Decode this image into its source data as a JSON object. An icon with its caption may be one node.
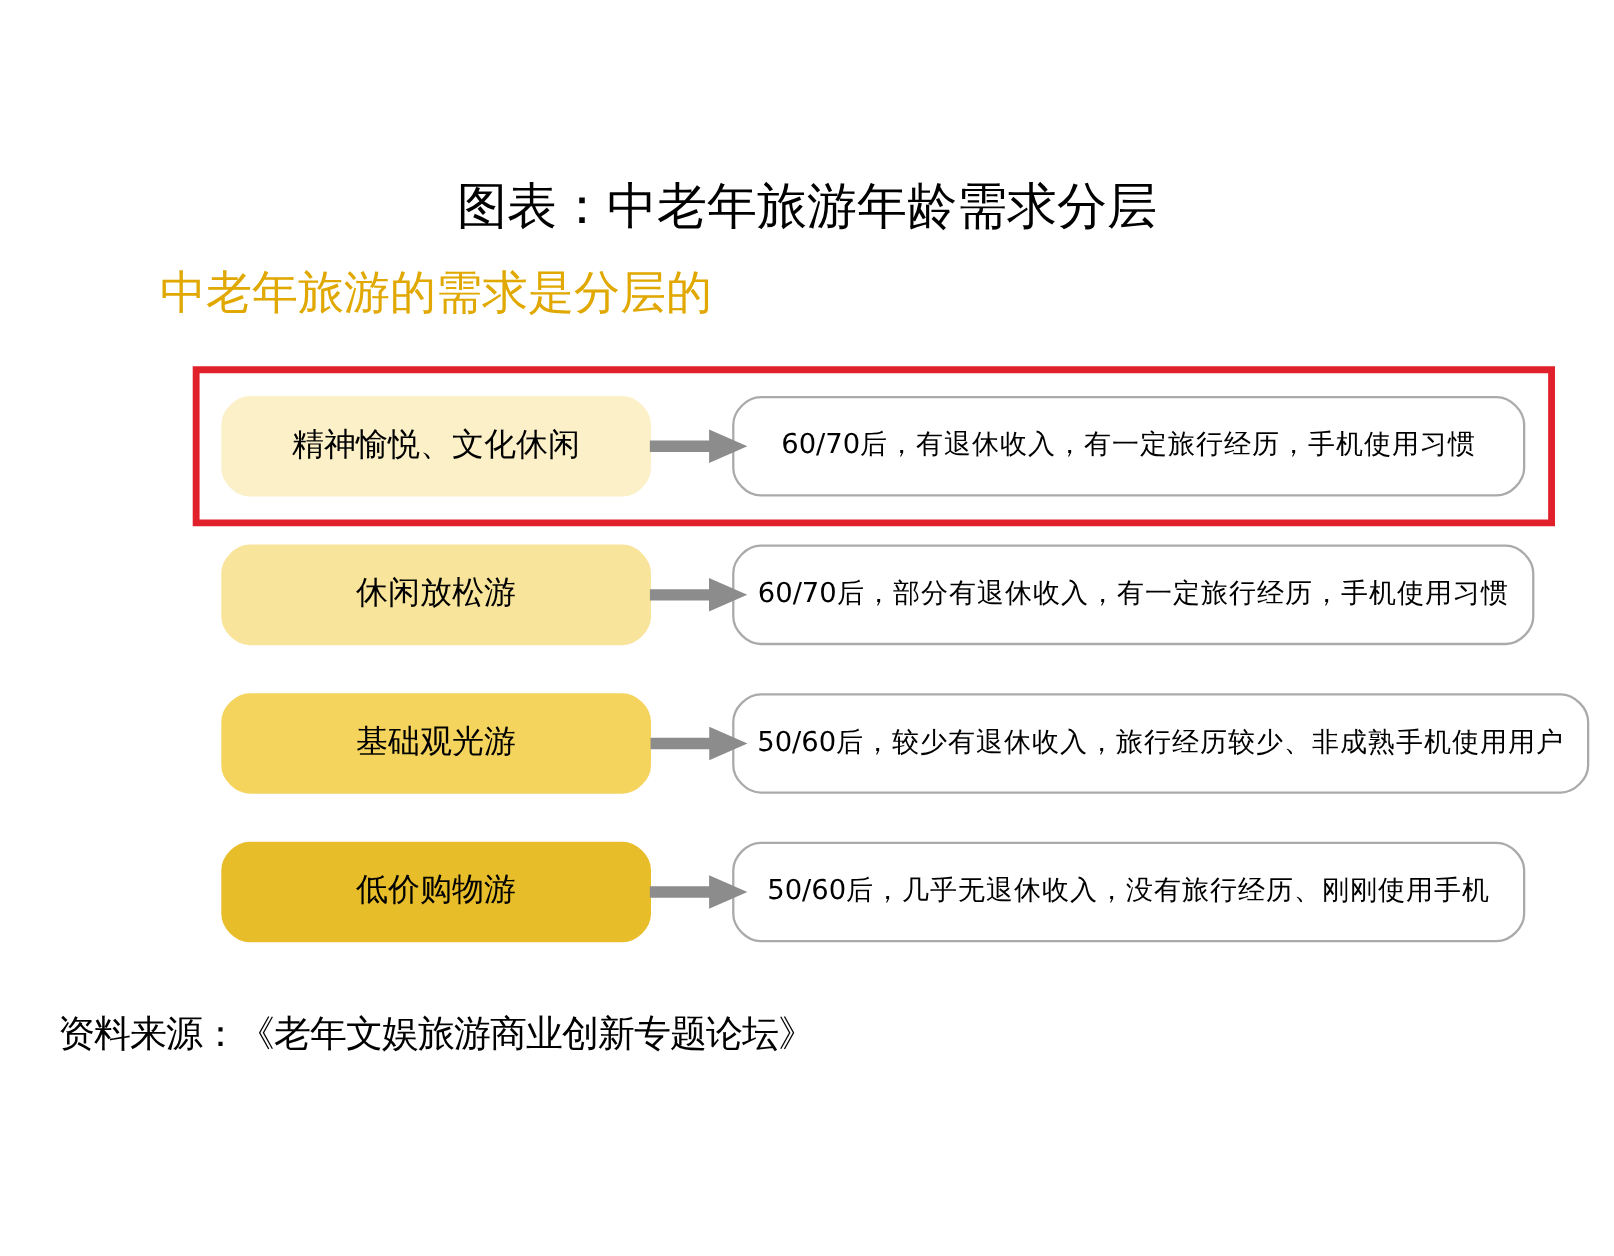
{
  "diagram": {
    "title": "图表：中老年旅游年龄需求分层",
    "caption": "资料来源：《老年文娱旅游商业创新专题论坛》",
    "nodes": [
      {
        "text": [],
        "shape": "box"
      },
      {
        "text": [
          "精神愉悦、文化休闲"
        ],
        "in": 0
      },
      {
        "text": [
          "60/70后，有退休收入，有一定旅行经历，手机使用习惯"
        ],
        "in": 0
      },
      {
        "text": [
          "休闲放松游"
        ]
      },
      {
        "text": [
          "60/70后，部分有退休收入，有一定旅行经历，手机使用习惯"
        ]
      },
      {
        "text": [
          "基础观光游"
        ]
      },
      {
        "text": [
          "50/60后，较少有退休收入，旅行经历较少、非成熟手机使用用户"
        ]
      },
      {
        "text": [
          "低价购物游"
        ]
      },
      {
        "text": [
          "50/60后，几乎无退休收入，没有旅行经历、刚刚使用手机"
        ]
      }
    ],
    "edges": [
      {
        "from": 1,
        "to": 2,
        "arrow": "to"
      },
      {
        "from": 3,
        "to": 4,
        "arrow": "to"
      },
      {
        "from": 5,
        "to": 6,
        "arrow": "to"
      },
      {
        "from": 7,
        "to": 8,
        "arrow": "to"
      }
    ],
    "labels": [
      "中老年旅游的需求是分层的"
    ]
  }
}
